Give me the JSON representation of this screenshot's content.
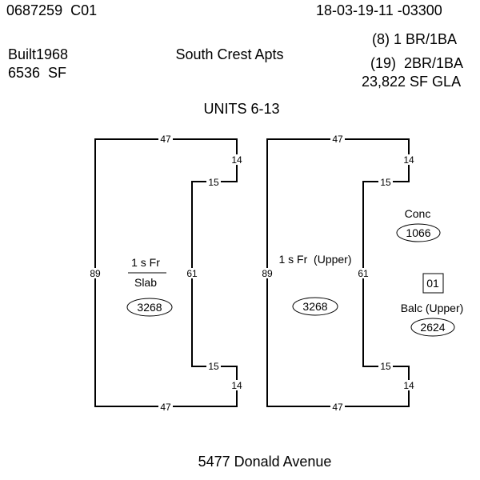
{
  "header": {
    "parcel_id": "0687259  C01",
    "record_number": "18-03-19-11 -03300",
    "units_1br": "(8) 1 BR/1BA",
    "units_2br": "(19)  2BR/1BA",
    "gla": "23,822 SF GLA",
    "built": "Built1968",
    "area_sf": "6536  SF",
    "property_name": "South Crest Apts",
    "units_range": "UNITS 6-13"
  },
  "sketch": {
    "left_building": {
      "dims": {
        "top": "47",
        "bottom": "47",
        "left": "89",
        "inner": "61",
        "step_top": "15",
        "step_bottom": "15",
        "right_top": "14",
        "right_bottom": "14"
      },
      "label_top": "1 s Fr",
      "label_bottom": "Slab",
      "area": "3268"
    },
    "right_building": {
      "dims": {
        "top": "47",
        "bottom": "47",
        "left": "89",
        "inner": "61",
        "step_top": "15",
        "step_bottom": "15",
        "right_top": "14",
        "right_bottom": "14"
      },
      "label": "1 s Fr  (Upper)",
      "area": "3268"
    },
    "conc": {
      "label": "Conc",
      "area": "1066"
    },
    "balc": {
      "label": "Balc (Upper)",
      "area": "2624"
    },
    "box_code": "01"
  },
  "address": "5477 Donald Avenue"
}
